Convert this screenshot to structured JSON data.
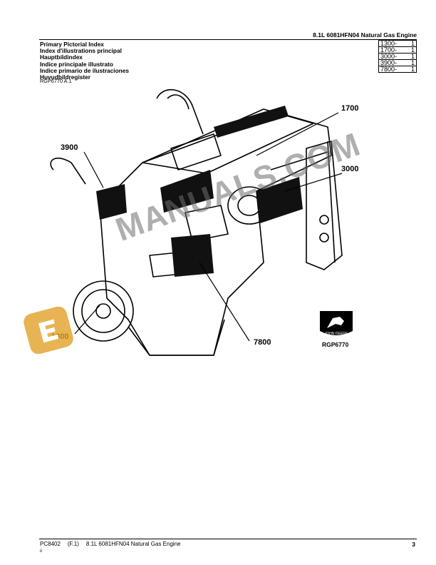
{
  "header": {
    "title": "8.1L 6081HFN04 Natural Gas Engine"
  },
  "index_titles": [
    "Primary Pictorial Index",
    "Index d'illustrations principal",
    "Hauptbildindex",
    "Indice principale illustrato",
    "Indice primario de ilustraciones",
    "Huvudbildregister"
  ],
  "index_table": [
    {
      "key": "1300-",
      "num": "1"
    },
    {
      "key": "1700-",
      "num": "1"
    },
    {
      "key": "3000-",
      "num": "1"
    },
    {
      "key": "3900-",
      "num": "1"
    },
    {
      "key": "7800-",
      "num": "1"
    }
  ],
  "figure": {
    "reference": "RGP6770 A.1",
    "callouts": [
      "1700",
      "3900",
      "3000",
      "1300",
      "7800"
    ],
    "logo_text": "JOHN DEERE",
    "logo_caption": "RGP6770",
    "watermark": "MANUALS.COM"
  },
  "footer": {
    "doc_code": "PC8402",
    "revision": "(F.1)",
    "title": "8.1L 6081HFN04 Natural Gas Engine",
    "sub": "ii",
    "page": "3"
  }
}
